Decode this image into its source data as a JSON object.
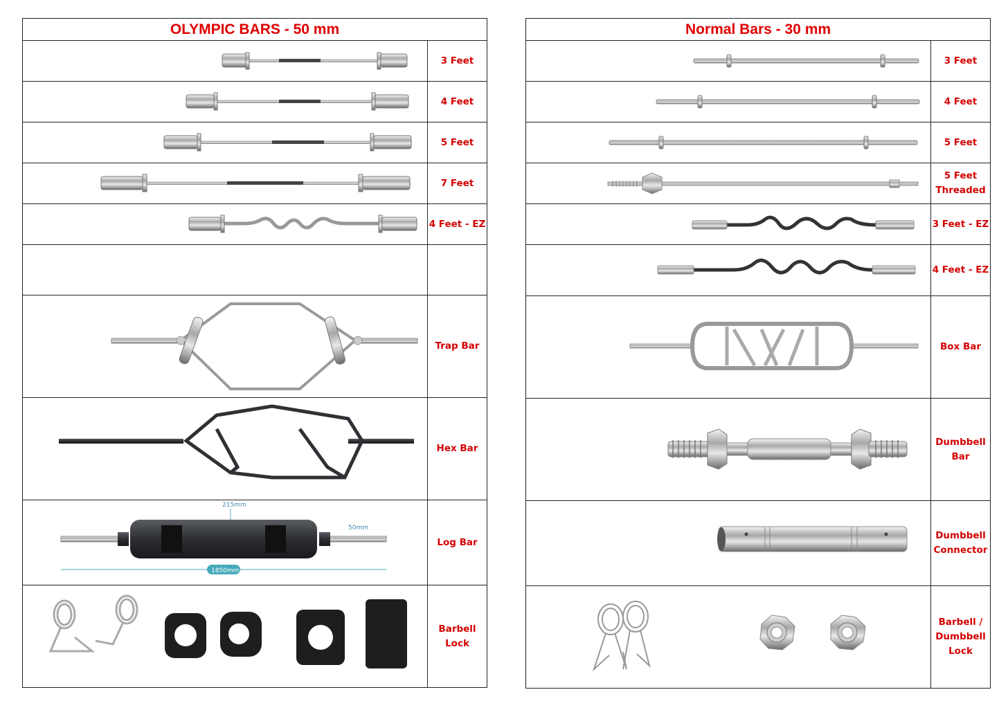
{
  "olympic": {
    "title": "OLYMPIC BARS - 50 mm",
    "rows": [
      {
        "label": [
          "3 Feet"
        ],
        "icon": "straight-olympic-bar-icon"
      },
      {
        "label": [
          "4 Feet"
        ],
        "icon": "straight-olympic-bar-icon"
      },
      {
        "label": [
          "5 Feet"
        ],
        "icon": "straight-olympic-bar-icon"
      },
      {
        "label": [
          "7 Feet"
        ],
        "icon": "straight-olympic-bar-icon"
      },
      {
        "label": [
          "4 Feet - EZ"
        ],
        "icon": "ez-curl-bar-icon"
      },
      {
        "label": [],
        "icon": ""
      },
      {
        "label": [
          "Trap Bar"
        ],
        "icon": "trap-bar-icon"
      },
      {
        "label": [
          "Hex Bar"
        ],
        "icon": "hex-bar-icon"
      },
      {
        "label": [
          "Log Bar"
        ],
        "icon": "log-bar-icon",
        "annotations": {
          "width": "215mm",
          "diameter": "50mm",
          "length": "1850mm"
        }
      },
      {
        "label": [
          "Barbell",
          "Lock"
        ],
        "icon": "barbell-lock-icon"
      }
    ]
  },
  "normal": {
    "title": "Normal Bars - 30 mm",
    "rows": [
      {
        "label": [
          "3 Feet"
        ],
        "icon": "straight-normal-bar-icon"
      },
      {
        "label": [
          "4 Feet"
        ],
        "icon": "straight-normal-bar-icon"
      },
      {
        "label": [
          "5 Feet"
        ],
        "icon": "straight-normal-bar-icon"
      },
      {
        "label": [
          "5 Feet",
          "Threaded"
        ],
        "icon": "threaded-bar-icon"
      },
      {
        "label": [
          "3 Feet - EZ"
        ],
        "icon": "ez-curl-bar-icon"
      },
      {
        "label": [
          "4 Feet - EZ"
        ],
        "icon": "ez-curl-bar-icon"
      },
      {
        "label": [
          "Box Bar"
        ],
        "icon": "box-bar-icon"
      },
      {
        "label": [
          "Dumbbell",
          "Bar"
        ],
        "icon": "dumbbell-bar-icon"
      },
      {
        "label": [
          "Dumbbell",
          "Connector"
        ],
        "icon": "dumbbell-connector-icon"
      },
      {
        "label": [
          "Barbell /",
          "Dumbbell",
          "Lock"
        ],
        "icon": "barbell-dumbbell-lock-icon"
      }
    ]
  },
  "colors": {
    "accent": "#e00000",
    "label": "#d40000",
    "chrome": "#b8b8b8",
    "dark": "#3a3a3a"
  }
}
